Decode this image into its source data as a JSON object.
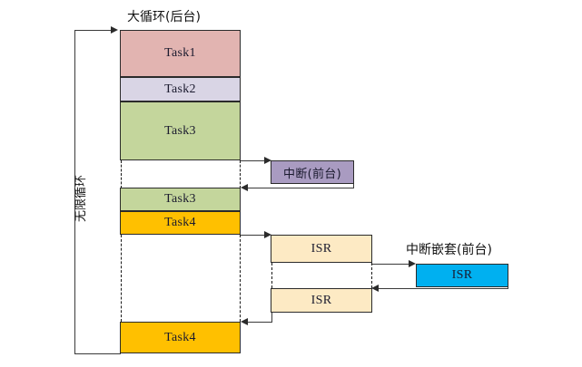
{
  "diagram": {
    "title_main": "大循环(后台)",
    "title_interrupt": "中断(前台)",
    "title_nested": "中断嵌套(前台)",
    "loop_label": "无限循环",
    "colors": {
      "task1": "#e2b4b1",
      "task2": "#d9d5e5",
      "task3": "#c4d69c",
      "task4": "#ffc000",
      "interrupt": "#a99bc1",
      "isr": "#fdeac4",
      "isr_nested": "#00b0f0",
      "stroke": "#2b2b2b"
    },
    "background_tasks": [
      {
        "label": "Task1",
        "color_key": "task1"
      },
      {
        "label": "Task2",
        "color_key": "task2"
      },
      {
        "label": "Task3",
        "color_key": "task3"
      },
      {
        "label": "Task3",
        "color_key": "task3"
      },
      {
        "label": "Task4",
        "color_key": "task4"
      },
      {
        "label": "Task4",
        "color_key": "task4"
      }
    ],
    "interrupt_box": {
      "label": "中断(前台)"
    },
    "isr_boxes": [
      {
        "label": "ISR"
      },
      {
        "label": "ISR"
      }
    ],
    "nested_isr_box": {
      "label": "ISR"
    }
  }
}
